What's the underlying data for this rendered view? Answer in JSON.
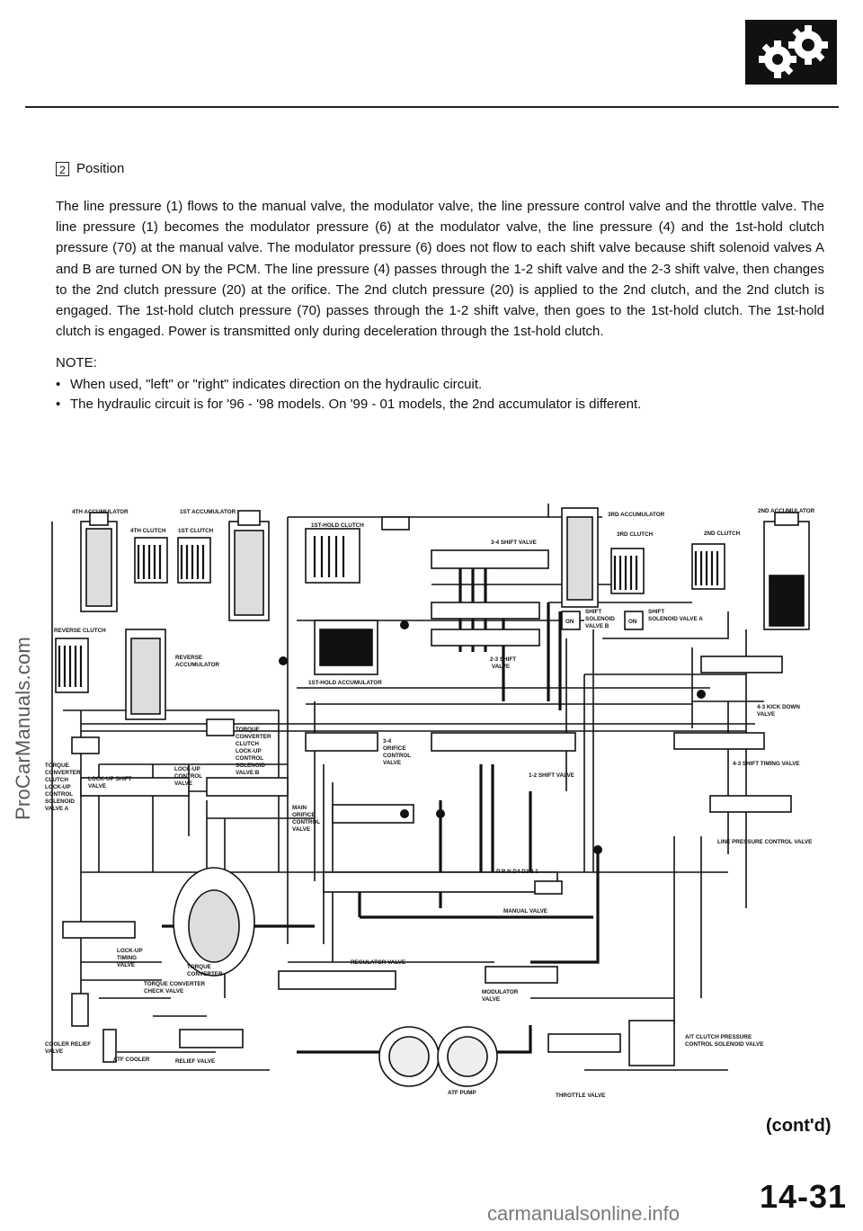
{
  "header": {
    "logo_icon": "gears-icon"
  },
  "watermark": {
    "side_text": "ProCarManuals.com",
    "footer_text": "carmanualsonline.info"
  },
  "section": {
    "number": "2",
    "title": "Position",
    "paragraph": "The line pressure (1) flows to the manual valve, the modulator valve, the line pressure control valve and the throttle valve. The line pressure (1) becomes the modulator pressure (6) at the modulator valve, the line pressure (4) and the 1st-hold clutch pressure (70) at the manual valve. The modulator pressure (6) does not flow to each shift valve because shift solenoid valves A and B are turned ON by the PCM. The line pressure (4) passes through the 1-2 shift valve and the 2-3 shift valve, then changes to the 2nd clutch pressure (20) at the orifice. The 2nd clutch pressure (20) is applied to the 2nd clutch, and the 2nd clutch is engaged. The 1st-hold clutch pressure (70) passes through the 1-2 shift valve, then goes to the 1st-hold clutch. The 1st-hold clutch is engaged. Power is transmitted only during deceleration through the 1st-hold clutch."
  },
  "note": {
    "label": "NOTE:",
    "items": [
      "When used, \"left\" or \"right\" indicates direction on the hydraulic circuit.",
      "The hydraulic circuit is for '96 - '98 models. On '99 - 01 models, the 2nd accumulator is different."
    ]
  },
  "diagram": {
    "labels": {
      "acc4": "4TH ACCUMULATOR",
      "acc1": "1ST ACCUMULATOR",
      "clutch4": "4TH CLUTCH",
      "clutch1": "1ST CLUTCH",
      "hold_clutch": "1ST-HOLD CLUTCH",
      "shift34": "3-4 SHIFT VALVE",
      "acc3": "3RD ACCUMULATOR",
      "clutch3": "3RD CLUTCH",
      "clutch2": "2ND CLUTCH",
      "acc2": "2ND ACCUMULATOR",
      "on_b": "ON",
      "sol_b_1": "SHIFT",
      "sol_b_2": "SOLENOID",
      "sol_b_3": "VALVE B",
      "on_a": "ON",
      "sol_a_1": "SHIFT",
      "sol_a_2": "SOLENOID VALVE A",
      "rev_clutch": "REVERSE CLUTCH",
      "rev_acc_1": "REVERSE",
      "rev_acc_2": "ACCUMULATOR",
      "shift23_1": "2-3 SHIFT",
      "shift23_2": "VALVE",
      "hold_acc": "1ST-HOLD ACCUMULATOR",
      "kick_1": "4-3 KICK DOWN",
      "kick_2": "VALVE",
      "tcc_b_1": "TORQUE",
      "tcc_b_2": "CONVERTER",
      "tcc_b_3": "CLUTCH",
      "tcc_b_4": "LOCK-UP",
      "tcc_b_5": "CONTROL",
      "tcc_b_6": "SOLENOID",
      "tcc_b_7": "VALVE B",
      "orifice34_1": "3-4",
      "orifice34_2": "ORIFICE",
      "orifice34_3": "CONTROL",
      "orifice34_4": "VALVE",
      "timing43": "4-3 SHIFT TIMING VALVE",
      "shift12": "1-2 SHIFT VALVE",
      "tcc_a_1": "TORQUE",
      "tcc_a_2": "CONVERTER",
      "tcc_a_3": "CLUTCH",
      "tcc_a_4": "LOCK-UP",
      "tcc_a_5": "CONTROL",
      "tcc_a_6": "SOLENOID",
      "tcc_a_7": "VALVE A",
      "lockup_shift_1": "LOCK-UP SHIFT",
      "lockup_shift_2": "VALVE",
      "lockup_ctrl_1": "LOCK-UP",
      "lockup_ctrl_2": "CONTROL",
      "lockup_ctrl_3": "VALVE",
      "main_orifice_1": "MAIN",
      "main_orifice_2": "ORIFICE",
      "main_orifice_3": "CONTROL",
      "main_orifice_4": "VALVE",
      "lpc": "LINE PRESSURE CONTROL VALVE",
      "manual_positions": "P R N D4 D3 2 1",
      "manual": "MANUAL VALVE",
      "lockup_timing_1": "LOCK-UP",
      "lockup_timing_2": "TIMING",
      "lockup_timing_3": "VALVE",
      "torque_conv_1": "TORQUE",
      "torque_conv_2": "CONVERTER",
      "regulator": "REGULATOR VALVE",
      "tc_check_1": "TORQUE CONVERTER",
      "tc_check_2": "CHECK VALVE",
      "modulator_1": "MODULATOR",
      "modulator_2": "VALVE",
      "cooler_relief_1": "COOLER RELIEF",
      "cooler_relief_2": "VALVE",
      "atf_cooler": "ATF COOLER",
      "relief": "RELIEF VALVE",
      "atc_1": "A/T CLUTCH PRESSURE",
      "atc_2": "CONTROL SOLENOID VALVE",
      "atf_pump": "ATF PUMP",
      "throttle": "THROTTLE VALVE"
    }
  },
  "footer": {
    "cont": "(cont'd)",
    "page_number": "14-31"
  }
}
